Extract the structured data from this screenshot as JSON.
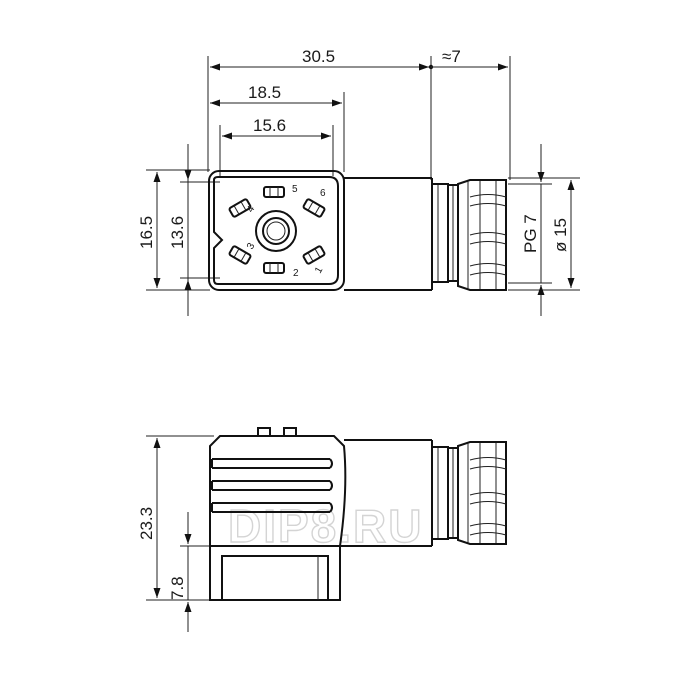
{
  "dimensions": {
    "overall_length": "30.5",
    "gland_length": "≈7",
    "housing_width": "18.5",
    "inner_width": "15.6",
    "outer_height": "16.5",
    "inner_height": "13.6",
    "thread": "PG 7",
    "diameter": "ø 15",
    "total_height": "23.3",
    "base_height": "7.8"
  },
  "pins": [
    "1",
    "2",
    "3",
    "4",
    "5",
    "6"
  ],
  "watermark": "DIP8.RU",
  "colors": {
    "line": "#111111",
    "watermark": "#d4d4d4"
  }
}
